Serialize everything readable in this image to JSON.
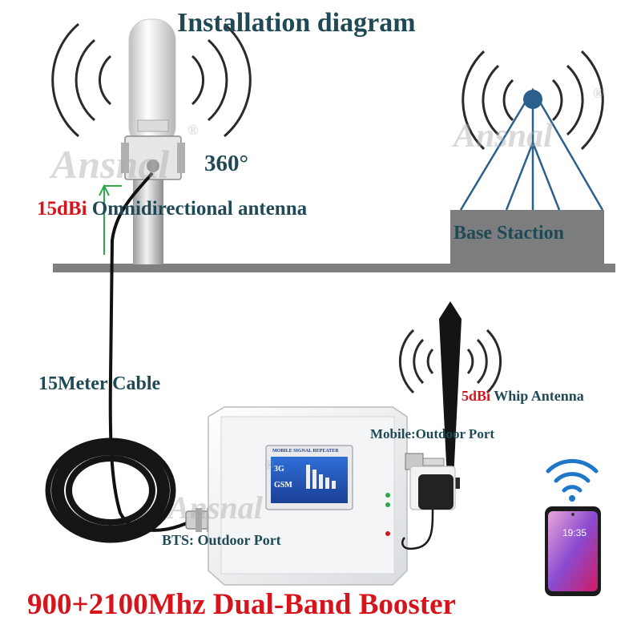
{
  "title": "Installation diagram",
  "angle_label": "360°",
  "outdoor_antenna": {
    "gain": "15dBi",
    "name": "Omnidirectional antenna"
  },
  "base_station_label": "Base Staction",
  "cable_label": "15Meter Cable",
  "whip_antenna": {
    "gain": "5dBi",
    "name": "Whip Antenna"
  },
  "mobile_port_label": "Mobile:Outdoor Port",
  "bts_port_label": "BTS: Outdoor Port",
  "product_label": "900+2100Mhz Dual-Band Booster",
  "watermark": "Ansnal",
  "registered_mark": "®",
  "booster_screen": {
    "header": "MOBILE SIGNAL REPEATER",
    "band_1": "3G",
    "band_2": "GSM"
  },
  "phone_time": "19:35",
  "colors": {
    "title": "#1f4a55",
    "accent_red": "#d6141c",
    "ground": "#7d7f80",
    "signal_waves": "#2a2a2a"
  }
}
